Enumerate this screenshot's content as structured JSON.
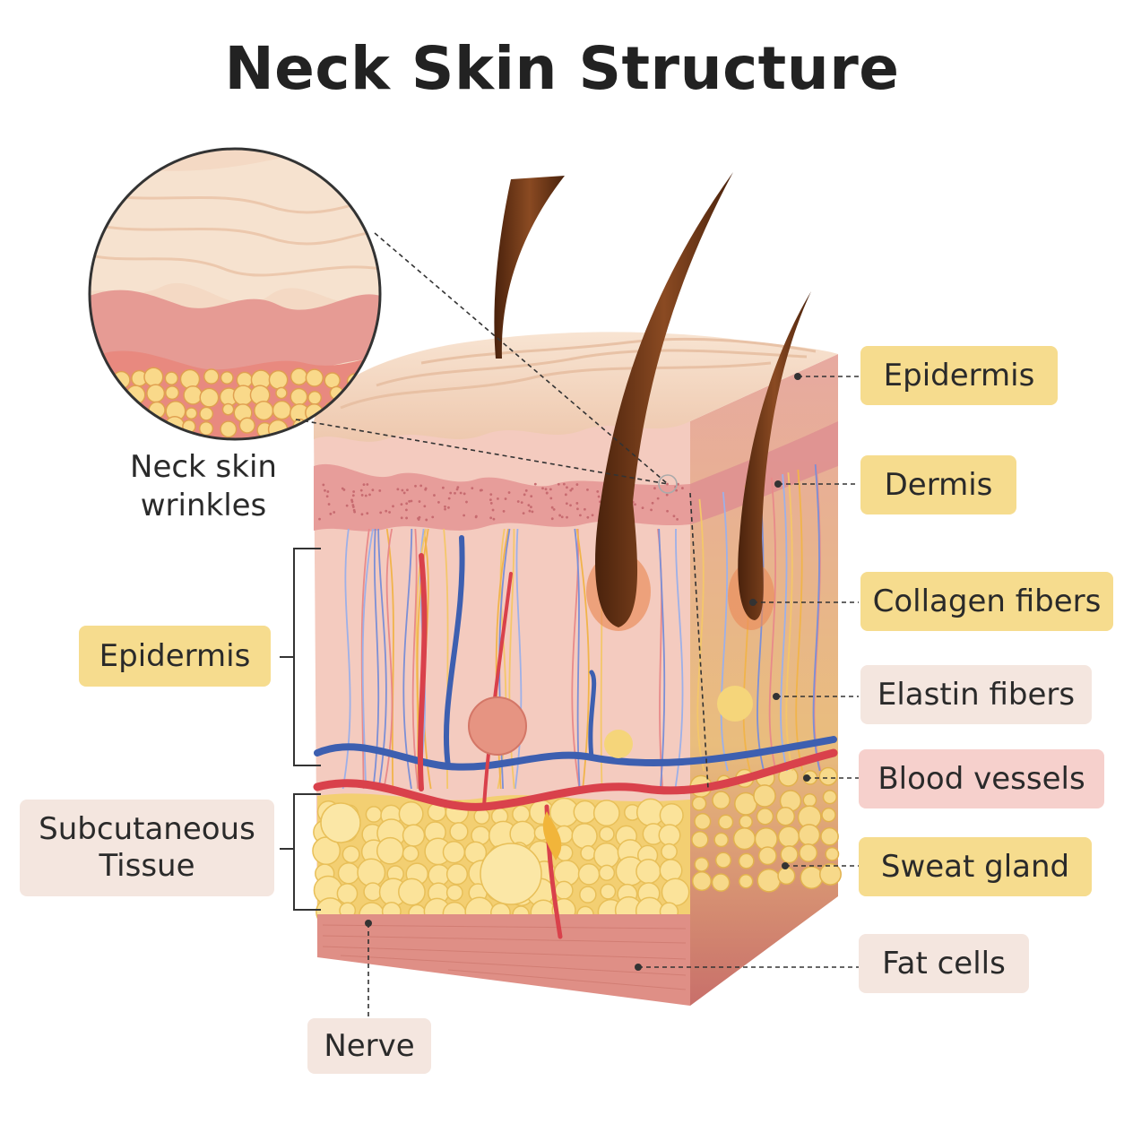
{
  "title": "Neck Skin Structure",
  "inset_caption": [
    "Neck skin",
    "wrinkles"
  ],
  "right_labels": [
    {
      "text": "Epidermis",
      "style": "yellow"
    },
    {
      "text": "Dermis",
      "style": "yellow"
    },
    {
      "text": "Collagen fibers",
      "style": "yellow"
    },
    {
      "text": "Elastin fibers",
      "style": "beige"
    },
    {
      "text": "Blood vessels",
      "style": "pink"
    },
    {
      "text": "Sweat gland",
      "style": "yellow"
    },
    {
      "text": "Fat cells",
      "style": "beige"
    }
  ],
  "left_labels": [
    {
      "text": "Epidermis",
      "style": "yellow"
    },
    {
      "text": "Subcutaneous Tissue",
      "lines": [
        "Subcutaneous",
        "Tissue"
      ],
      "style": "beige"
    }
  ],
  "bottom_label": {
    "text": "Nerve",
    "style": "beige"
  },
  "colors": {
    "surface": "#f3d8c4",
    "epidermis_band": "#e9a3a0",
    "dermis": "#f4cbbf",
    "fat": "#f6d77e",
    "base": "#de8b83",
    "artery": "#d9414b",
    "vein": "#3d5fb0",
    "hair": "#6b3518",
    "label_yellow": "#f6dc8e",
    "label_pink": "#f6d0cc",
    "label_beige": "#f4e6df"
  }
}
